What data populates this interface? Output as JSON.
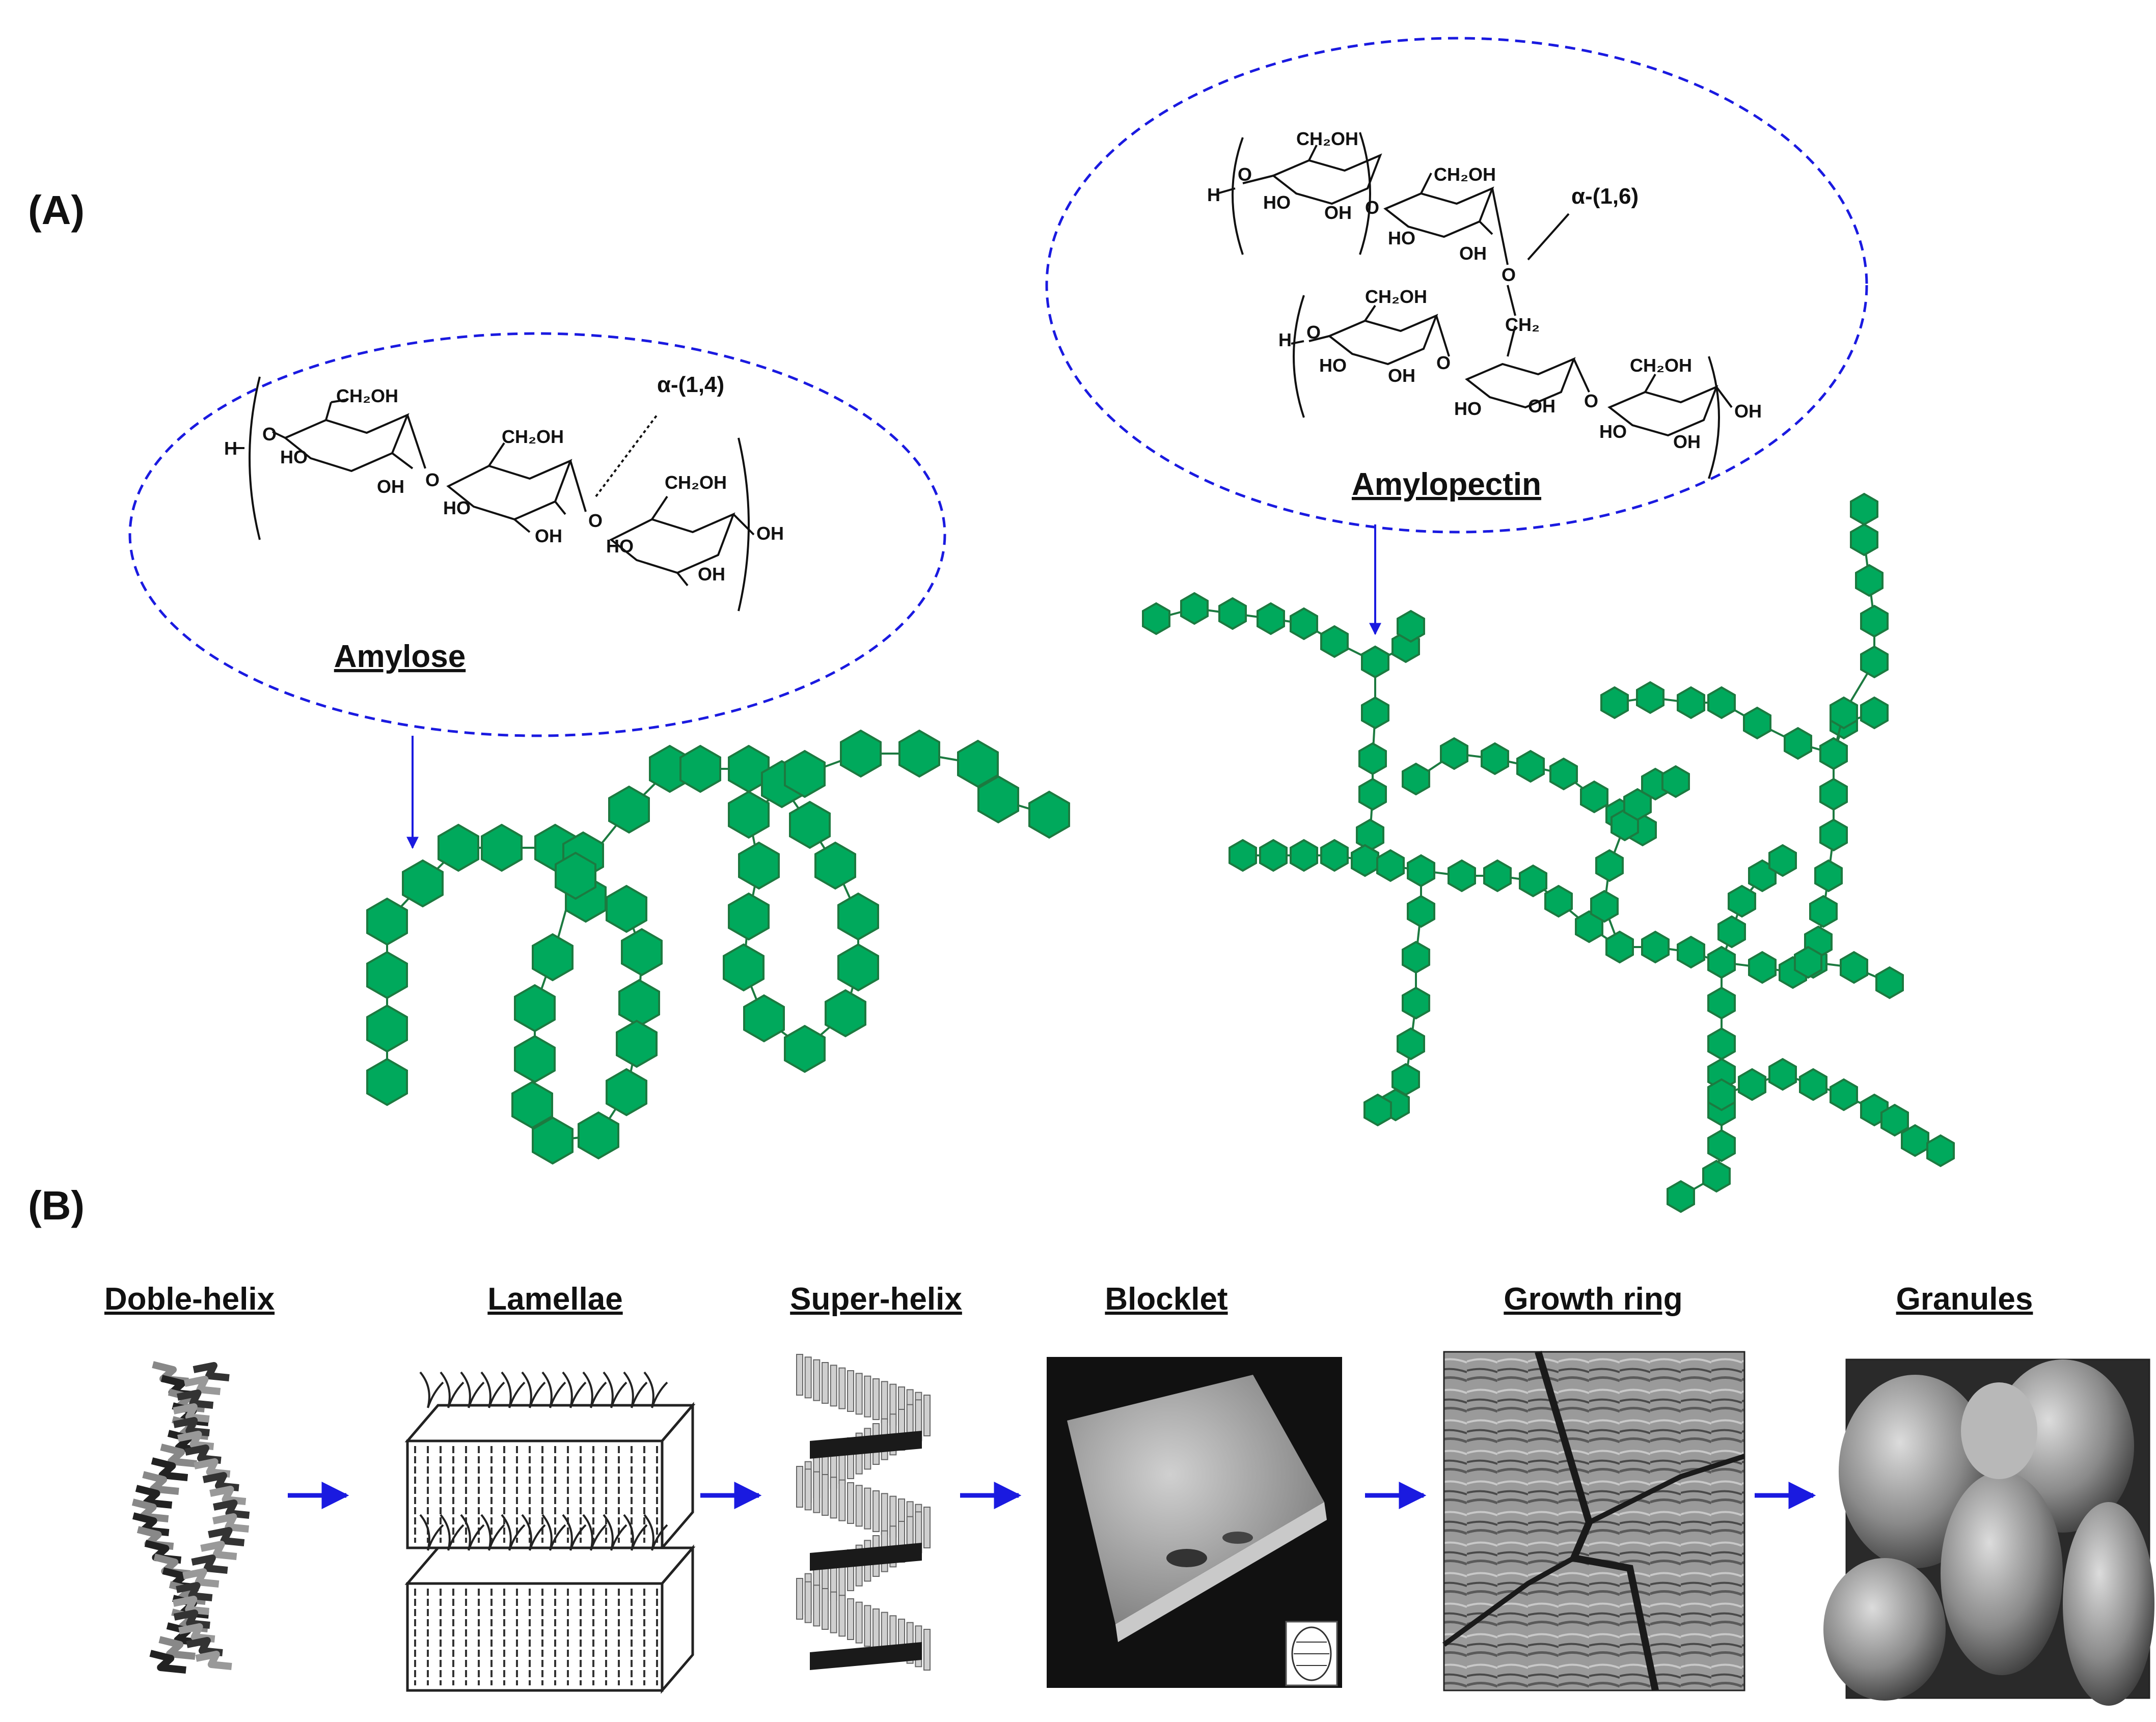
{
  "panels": {
    "a_label": "(A)",
    "b_label": "(B)"
  },
  "panel_a": {
    "amylose": {
      "name": "Amylose",
      "linkage": "α-(1,4)",
      "groups": {
        "ch2oh": "CH₂OH",
        "oh": "OH",
        "ho": "HO",
        "o": "O",
        "h": "H"
      }
    },
    "amylopectin": {
      "name": "Amylopectin",
      "linkage": "α-(1,6)",
      "groups": {
        "ch2oh": "CH₂OH",
        "ch2": "CH₂",
        "oh": "OH",
        "ho": "HO",
        "o": "O",
        "h": "H"
      }
    }
  },
  "panel_b": {
    "stages": [
      "Doble-helix",
      "Lamellae",
      "Super-helix",
      "Blocklet",
      "Growth ring",
      "Granules"
    ]
  },
  "colors": {
    "glucose_unit": "#00a95c",
    "ellipse": "#1a1ae0",
    "arrow": "#1a1ae0"
  }
}
